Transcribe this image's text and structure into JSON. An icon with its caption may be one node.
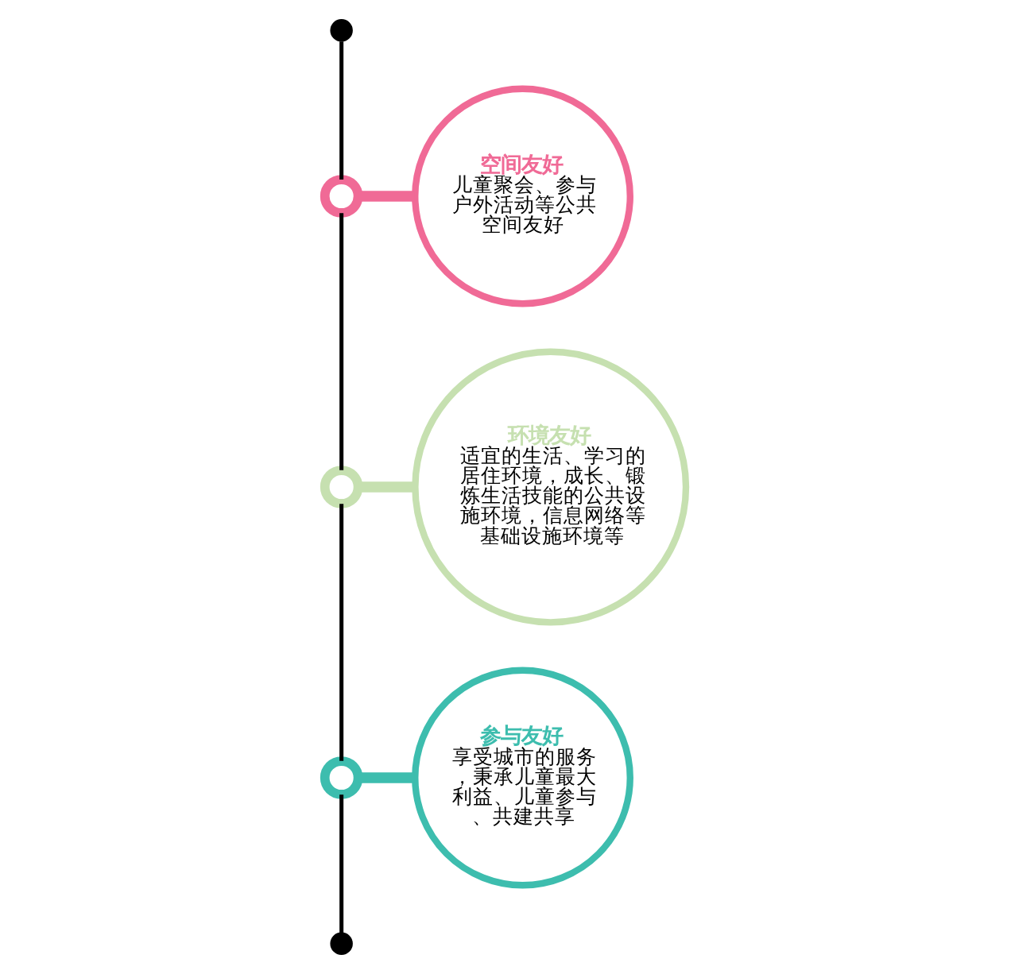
{
  "diagram": {
    "nodes": [
      {
        "text": [],
        "shape": "circle"
      },
      {
        "text": [],
        "shape": "circle"
      },
      {
        "text": [
          "空间友好",
          "儿童聚会、参与户外活动等公共空间友好"
        ]
      },
      {
        "text": [],
        "shape": "circle"
      },
      {
        "text": [
          "环境友好",
          "适宜的生活、学习的居住环境，成长、锻炼生活技能的公共设施环境，信息网络等基础设施环境等"
        ]
      },
      {
        "text": [],
        "shape": "circle"
      },
      {
        "text": [
          "参与友好",
          "享受城市的服务，秉承儿童最大利益、儿童参与、共建共享"
        ]
      },
      {
        "text": [],
        "shape": "circle"
      }
    ],
    "edges": [
      {
        "from": 0,
        "to": 1,
        "arrow": "none"
      },
      {
        "from": 1,
        "to": 3,
        "arrow": "none"
      },
      {
        "from": 3,
        "to": 5,
        "arrow": "none"
      },
      {
        "from": 5,
        "to": 7,
        "arrow": "none"
      },
      {
        "from": 1,
        "to": 2,
        "arrow": "none",
        "style": "thick",
        "color": "#f06a96"
      },
      {
        "from": 3,
        "to": 4,
        "arrow": "none",
        "style": "thick",
        "color": "#c6e0b0"
      },
      {
        "from": 5,
        "to": 6,
        "arrow": "none",
        "style": "thick",
        "color": "#3dbdae"
      }
    ]
  }
}
